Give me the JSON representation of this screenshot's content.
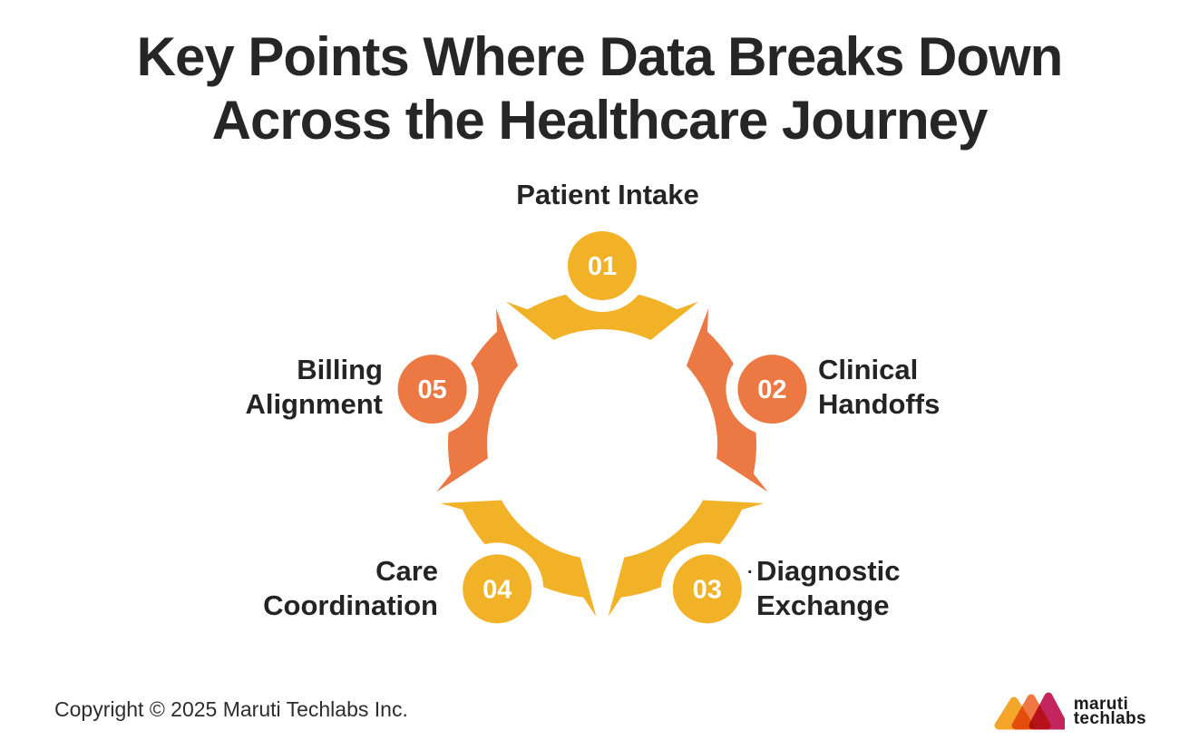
{
  "page": {
    "background": "#ffffff"
  },
  "title": {
    "line1": "Key Points Where Data Breaks Down",
    "line2": "Across the Healthcare Journey",
    "color": "#262626"
  },
  "diagram": {
    "type": "circular-process",
    "steps": [
      {
        "number": "01",
        "label": "Patient Intake",
        "color": "#F2B227"
      },
      {
        "number": "02",
        "label": "Clinical\nHandoffs",
        "color": "#EC7943"
      },
      {
        "number": "03",
        "label": "Diagnostic\nExchange",
        "color": "#F2B227",
        "stray_dot": "."
      },
      {
        "number": "04",
        "label": "Care\nCoordination",
        "color": "#F2B227"
      },
      {
        "number": "05",
        "label": "Billing\nAlignment",
        "color": "#EC7943"
      }
    ],
    "number_text_color": "#ffffff",
    "accent_yellow": "#F2B227",
    "accent_orange": "#EC7943"
  },
  "footer": {
    "copyright": "Copyright © 2025 Maruti Techlabs Inc."
  },
  "logo": {
    "line1": "maruti",
    "line2": "techlabs",
    "mark_colors": {
      "left": "#F4A62A",
      "middle": "#EE7744",
      "right": "#C2265C"
    }
  }
}
